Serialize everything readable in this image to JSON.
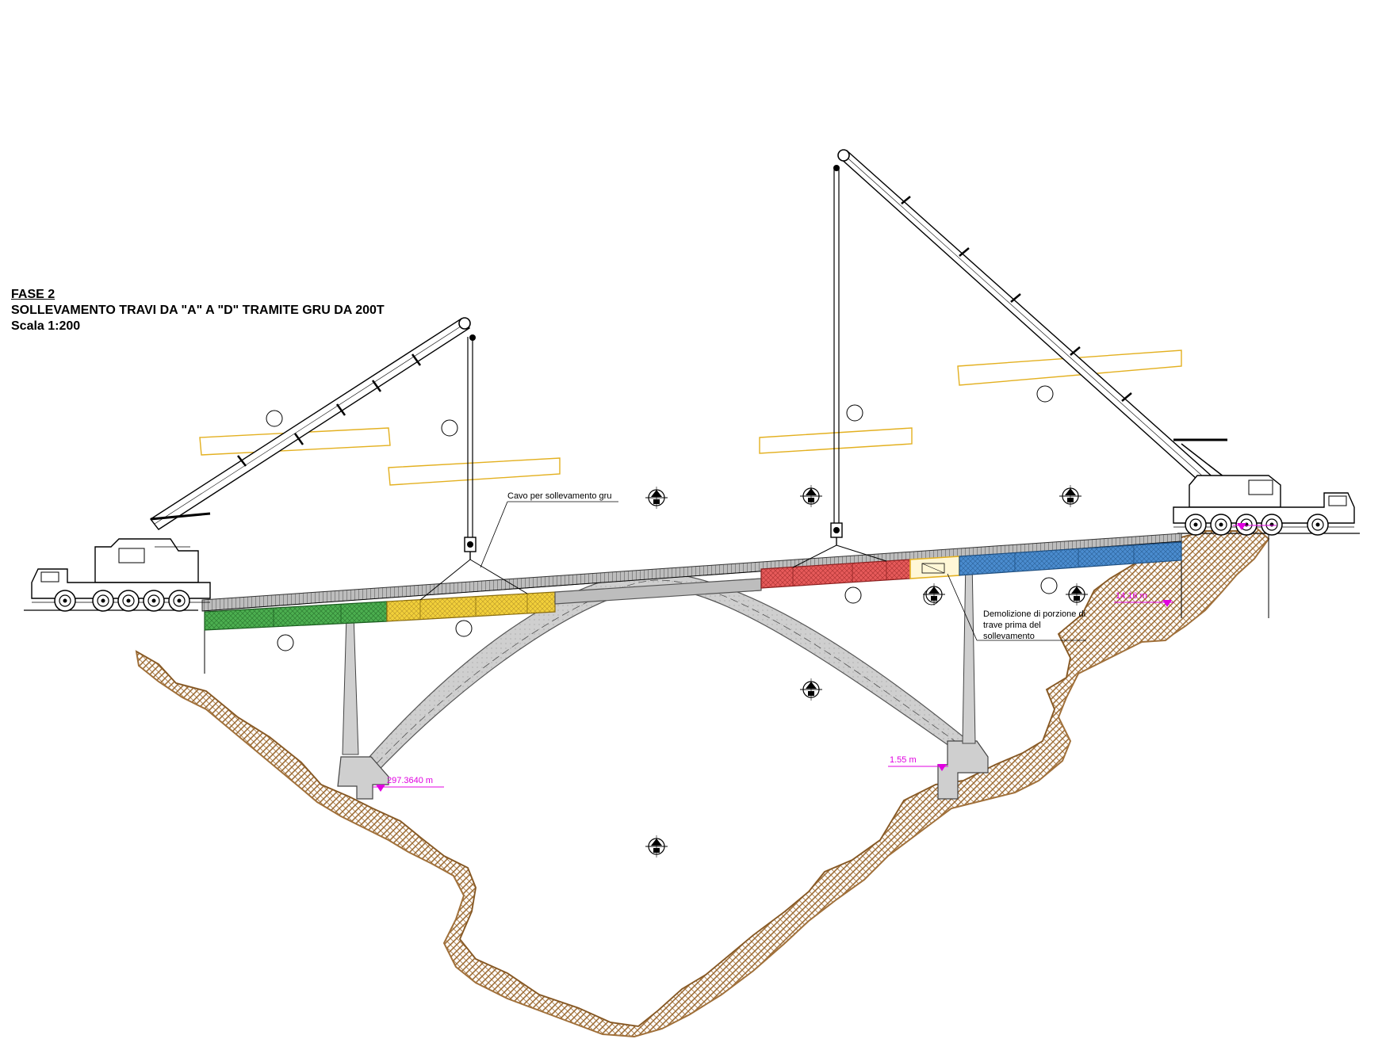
{
  "title": {
    "phase": "FASE 2",
    "description": "SOLLEVAMENTO TRAVI DA \"A\" A \"D\" TRAMITE GRU DA 200T",
    "scale": "Scala 1:200"
  },
  "annotations": {
    "cable_label": "Cavo per sollevamento gru",
    "demolition_line1": "Demolizione di porzione di",
    "demolition_line2": "trave prima del",
    "demolition_line3": "sollevamento"
  },
  "elevations": {
    "left_foundation": "297.3640 m",
    "right_foundation": "1.55 m",
    "right_abutment": "14.16 m"
  },
  "colors": {
    "beam_green": "#4caf50",
    "beam_yellow": "#f2d03a",
    "beam_red": "#e65a5a",
    "beam_blue": "#4a8ccf",
    "ghost_beam": "#e3b020",
    "terrain": "#a0703a",
    "concrete": "#cfcfcf",
    "elevation_marker": "#e000e0"
  },
  "icons": [
    "section-marker-icon",
    "crane-icon",
    "beam-outline-icon",
    "elevation-marker-icon"
  ]
}
